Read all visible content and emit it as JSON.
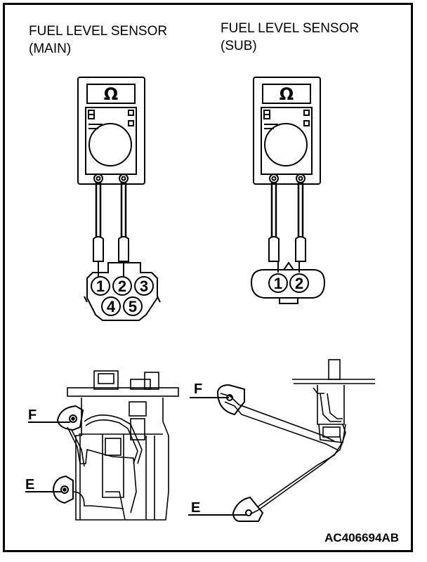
{
  "captions": {
    "main": {
      "line1": "FUEL LEVEL SENSOR",
      "line2": "(MAIN)"
    },
    "sub": {
      "line1": "FUEL LEVEL SENSOR",
      "line2": "(SUB)"
    }
  },
  "meter_symbol": "Ω",
  "main_connector_pins": [
    "1",
    "2",
    "3",
    "4",
    "5"
  ],
  "sub_connector_pins": [
    "1",
    "2"
  ],
  "float_labels": {
    "f": "F",
    "e": "E"
  },
  "reference_id": "AC406694AB"
}
